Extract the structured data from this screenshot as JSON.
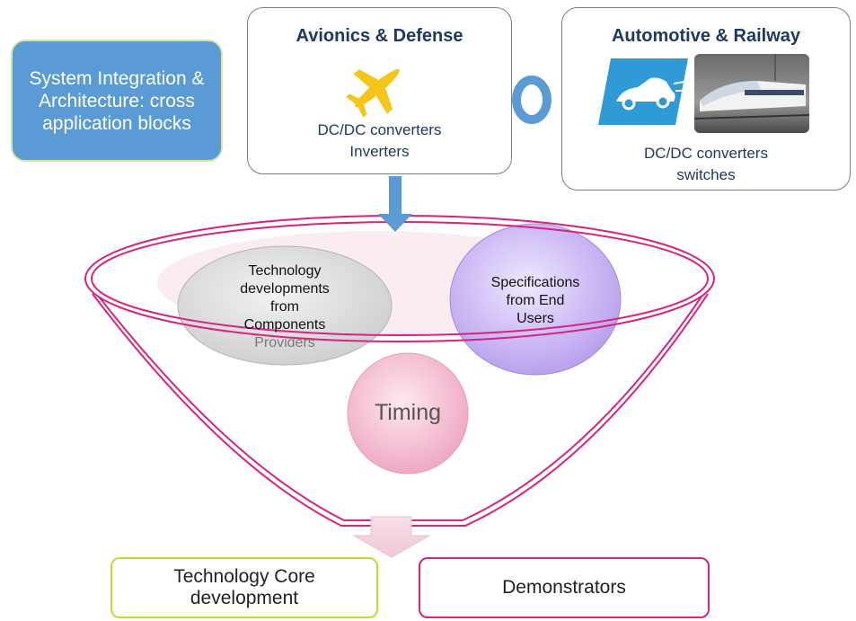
{
  "system_box": {
    "text": "System Integration & Architecture: cross application blocks"
  },
  "avionics": {
    "title": "Avionics & Defense",
    "line1": "DC/DC converters",
    "line2": "Inverters",
    "icon": "airplane-icon"
  },
  "automotive": {
    "title": "Automotive & Railway",
    "line1": "DC/DC converters",
    "line2": "switches",
    "icons": [
      "car-icon",
      "train-icon"
    ]
  },
  "funnel": {
    "technology": {
      "line1": "Technology",
      "line2": "developments",
      "line3": "from",
      "line4": "Components",
      "line5": "Providers"
    },
    "specifications": {
      "line1": "Specifications",
      "line2": "from End",
      "line3": "Users"
    },
    "timing": "Timing"
  },
  "outputs": {
    "core": {
      "line1": "Technology Core",
      "line2": "development"
    },
    "demonstrators": "Demonstrators"
  },
  "colors": {
    "system_box_fill": "#5b9bd5",
    "system_box_border": "#d8e7a0",
    "link_ring": "#5b9bd5",
    "arrow_down": "#5b9bd5",
    "funnel_outline": "#d6247f",
    "technology_bubble": "#d9d9d9",
    "specifications_bubble": "#c9b5f0",
    "timing_bubble": "#f3b6cd",
    "output_arrow": "#f4d3e0",
    "core_border": "#c8d932",
    "demonstrators_border": "#d6247f"
  }
}
